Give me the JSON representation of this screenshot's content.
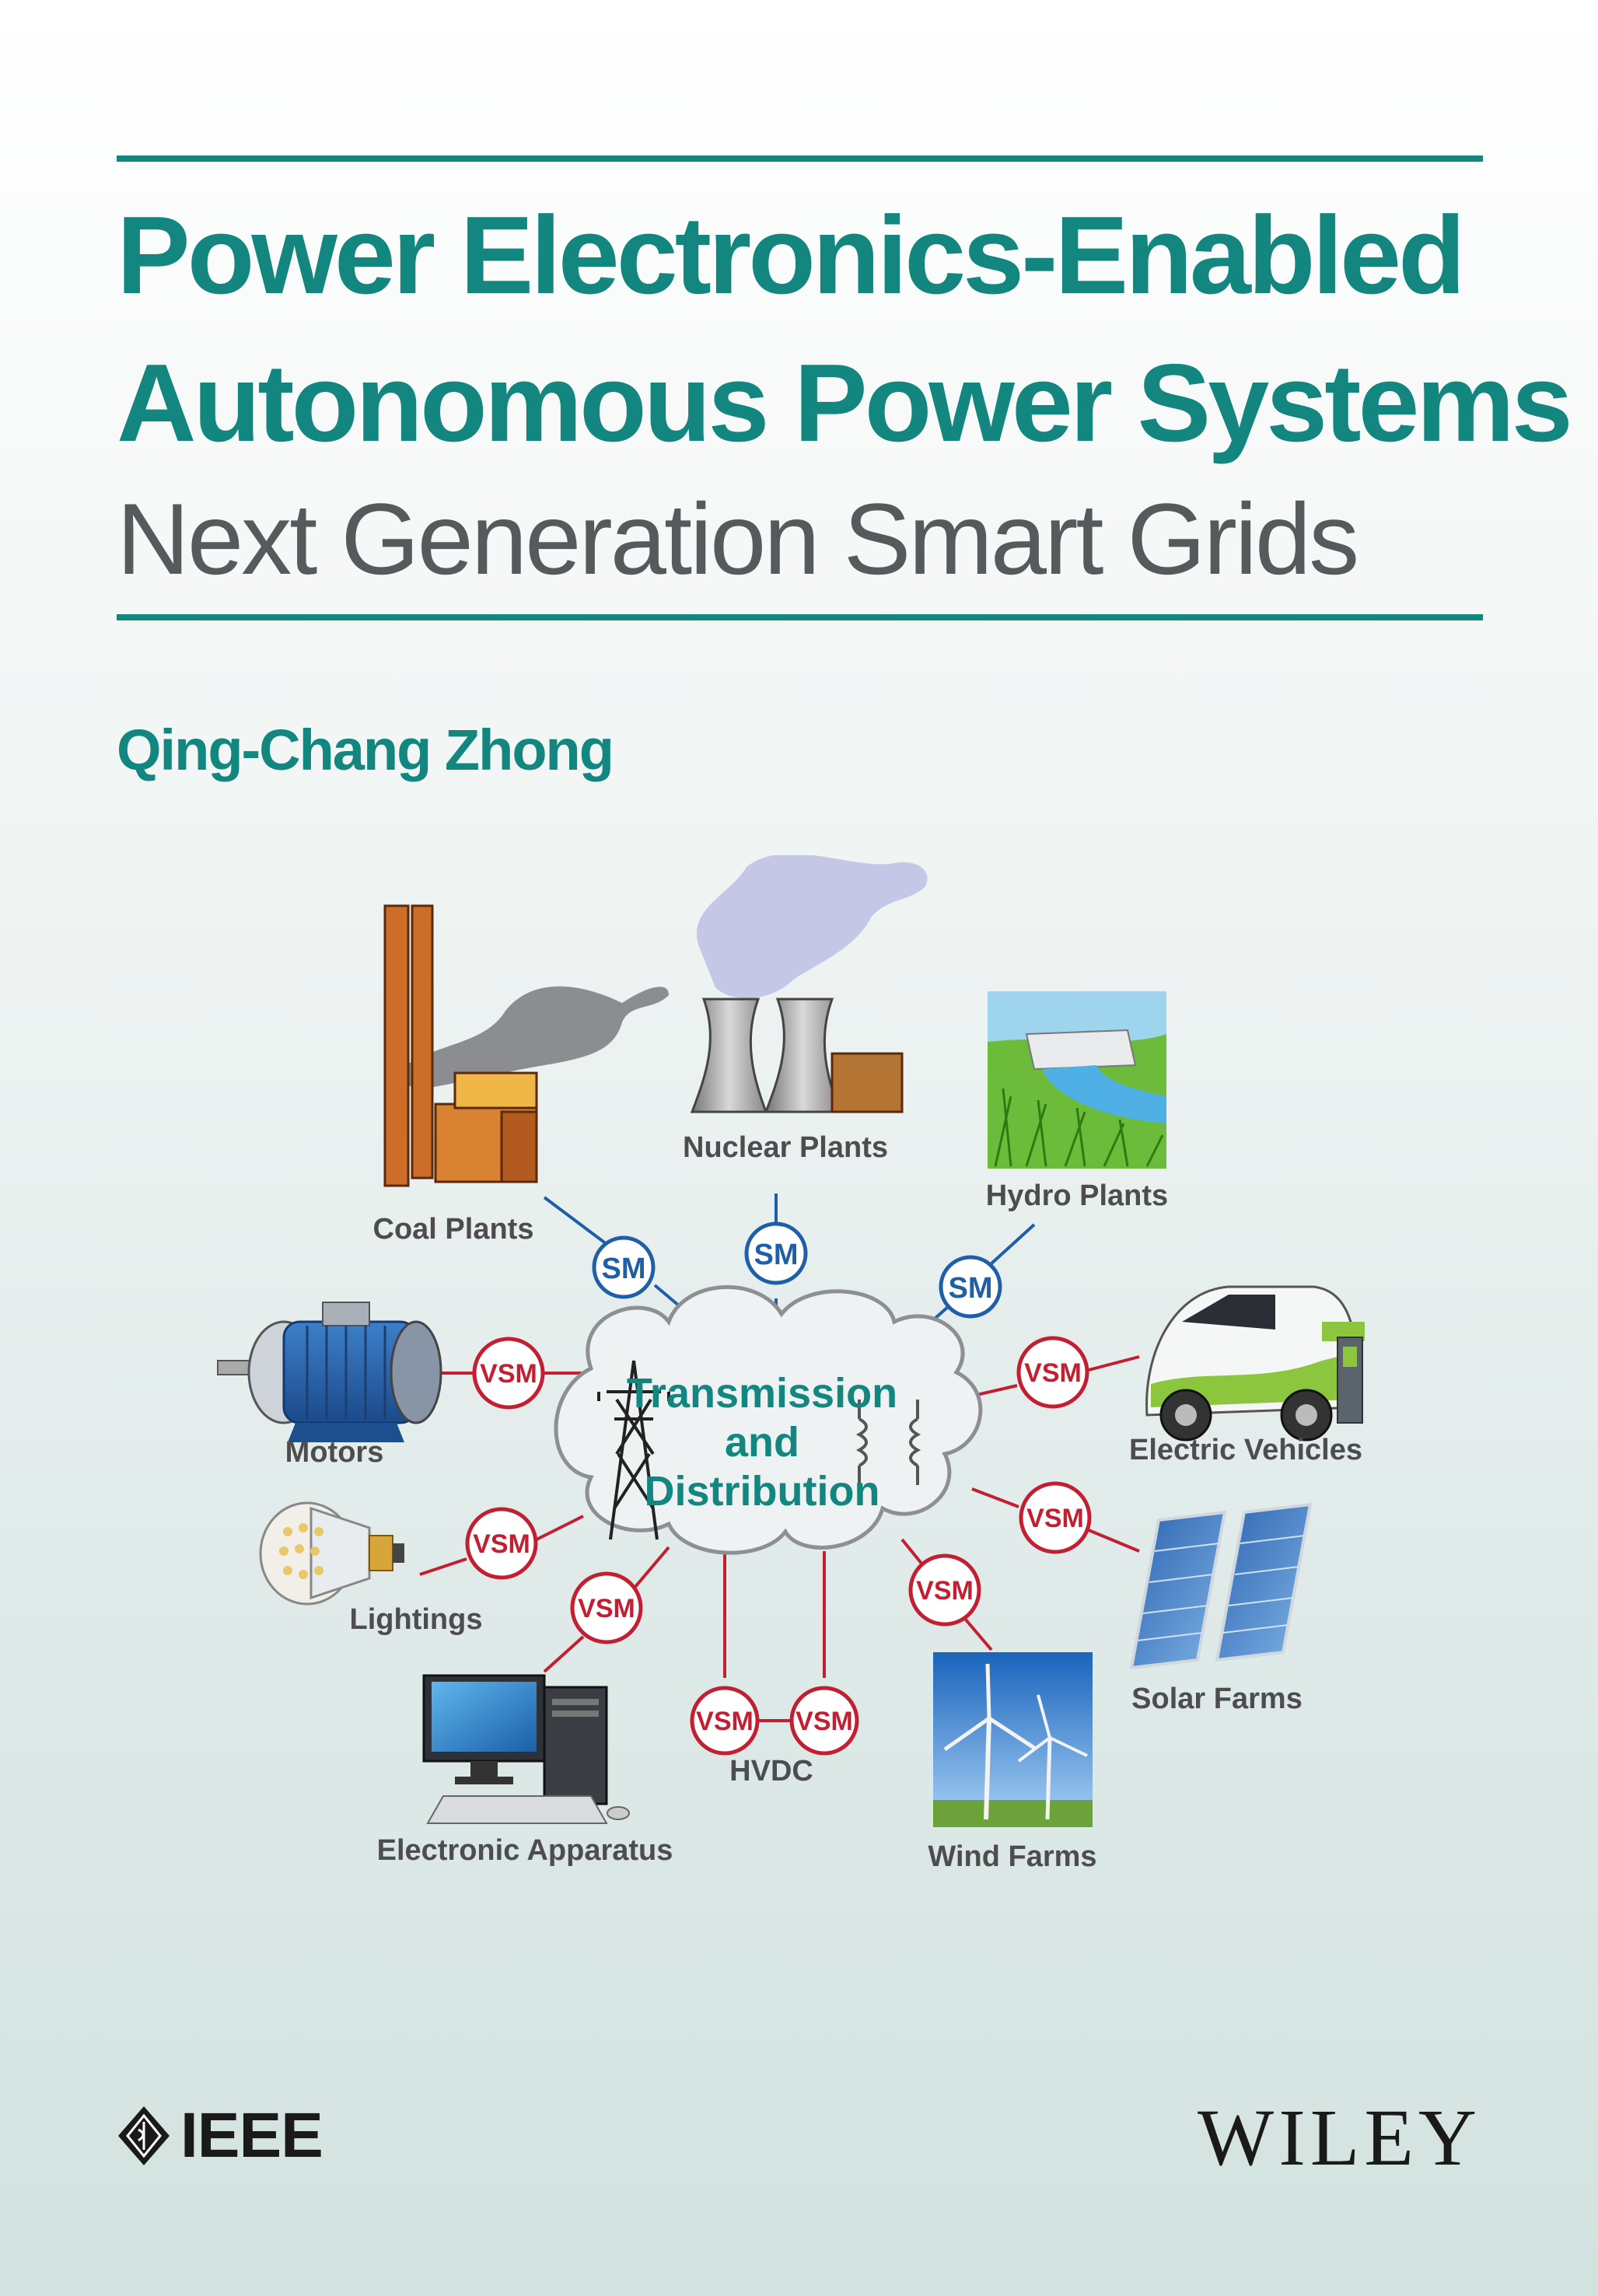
{
  "cover": {
    "title_line1": "Power Electronics-Enabled",
    "title_line2": "Autonomous Power Systems",
    "subtitle": "Next Generation Smart Grids",
    "author": "Qing-Chang Zhong"
  },
  "diagram": {
    "center": {
      "line1": "Transmission",
      "line2": "and",
      "line3": "Distribution"
    },
    "nodes": {
      "coal": "Coal Plants",
      "nuclear": "Nuclear Plants",
      "hydro": "Hydro Plants",
      "motors": "Motors",
      "ev": "Electric Vehicles",
      "lightings": "Lightings",
      "solar": "Solar Farms",
      "electronic": "Electronic Apparatus",
      "hvdc": "HVDC",
      "wind": "Wind Farms"
    },
    "sm_label": "SM",
    "vsm_label": "VSM"
  },
  "publishers": {
    "ieee": "IEEE",
    "wiley": "WILEY"
  },
  "colors": {
    "accent": "#13877f",
    "sm": "#1f5fa8",
    "vsm": "#c21f32",
    "label": "#4d4d4f"
  }
}
